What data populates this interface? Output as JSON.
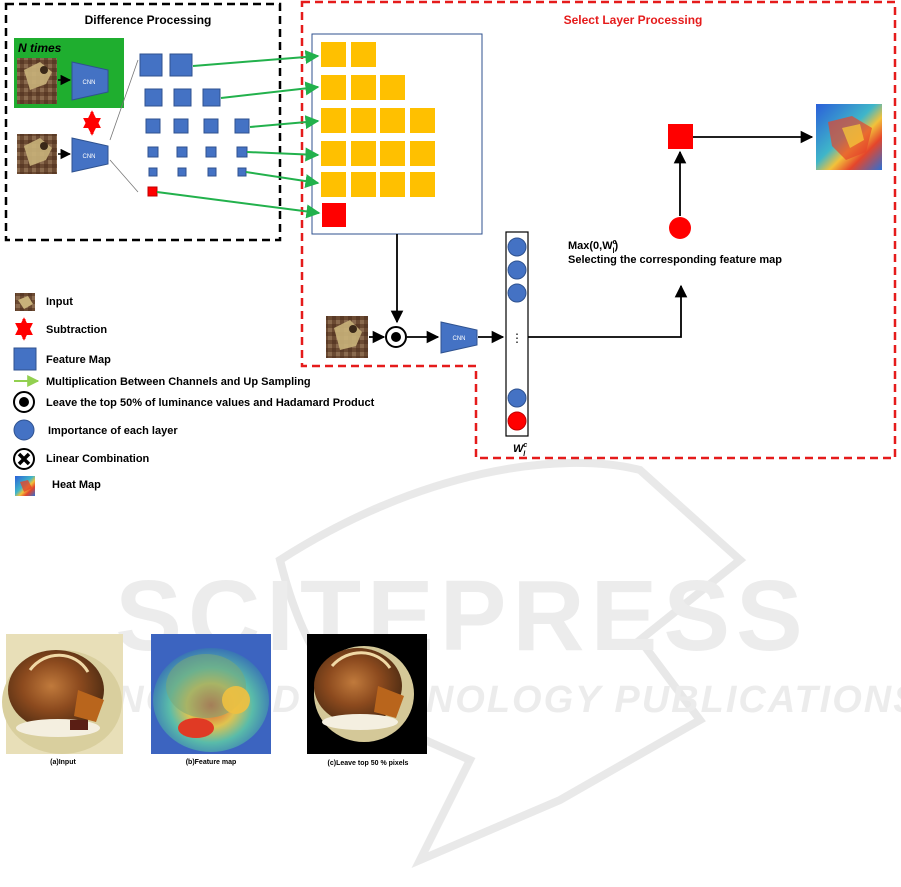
{
  "difference_panel": {
    "title": "Difference Processing",
    "n_times_label": "N times",
    "cnn_label": "CNN"
  },
  "select_panel": {
    "title": "Select Layer Processing",
    "cnn_label": "CNN",
    "weight_label": "W",
    "weight_super": "c",
    "weight_sub": "l",
    "vector_ellipsis": "⋮",
    "max_label": "Max(0,W",
    "max_super": "c",
    "max_sub": "l",
    "max_close": ")",
    "select_label": "Selecting the corresponding feature map"
  },
  "legend": [
    {
      "icon": "input-image-icon",
      "label": "Input"
    },
    {
      "icon": "double-arrow-icon",
      "label": "Subtraction"
    },
    {
      "icon": "blue-square-icon",
      "label": "Feature Map"
    },
    {
      "icon": "green-arrow-icon",
      "label": "Multiplication Between Channels and Up Sampling"
    },
    {
      "icon": "bullseye-icon",
      "label": "Leave the top 50% of luminance values and Hadamard Product"
    },
    {
      "icon": "blue-circle-icon",
      "label": "Importance of each layer"
    },
    {
      "icon": "cross-circle-icon",
      "label": "Linear Combination"
    },
    {
      "icon": "heatmap-icon",
      "label": "Heat Map"
    }
  ],
  "bottom_figures": [
    {
      "caption": "(a)Input"
    },
    {
      "caption": "(b)Feature map"
    },
    {
      "caption": "(c)Leave top 50 % pixels"
    }
  ],
  "watermark": {
    "main": "SCITEPRESS",
    "sub": "SCIENCE AND TECHNOLOGY PUBLICATIONS"
  },
  "colors": {
    "feature_blue": "#4472c4",
    "feature_orange": "#ffc000",
    "red": "#ff0000",
    "green_arrow": "#22b14c",
    "n_times_bg": "#1fae2f",
    "cnn_blue": "#4472c4",
    "dashed_black": "#000000",
    "dashed_red": "#e51b1b"
  }
}
